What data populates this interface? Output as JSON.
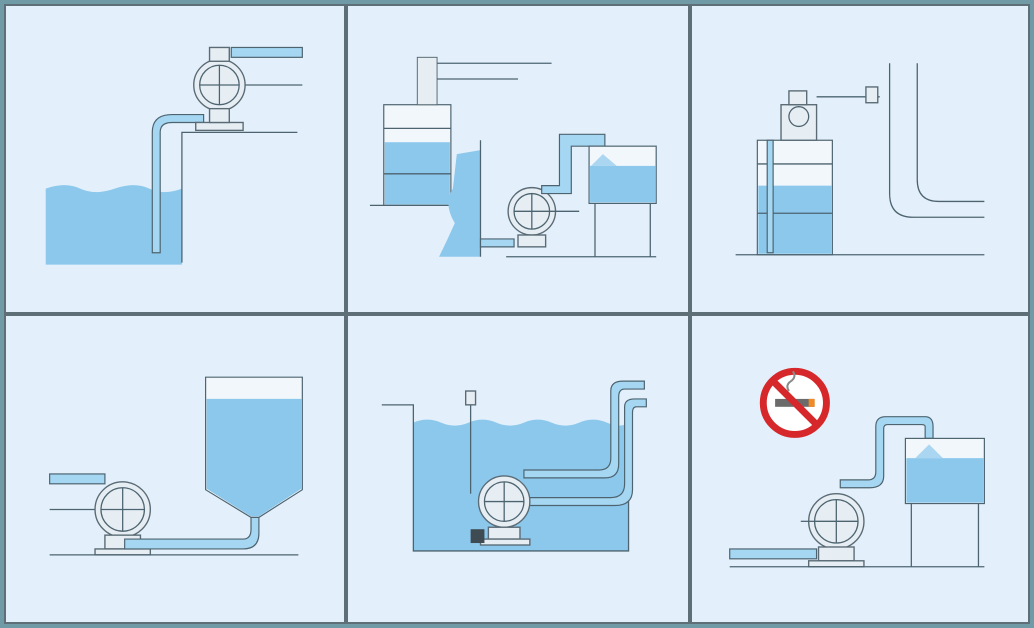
{
  "colors": {
    "panel_background": "#e3f0fb",
    "water": "#8cc8ec",
    "pipe": "#a5d6f2",
    "outline": "#4d6470",
    "no_smoking_red": "#d6282b"
  },
  "panels": [
    {
      "id": "suction-lift-from-pond"
    },
    {
      "id": "drum-transfer-to-tank"
    },
    {
      "id": "drum-mounted-pump"
    },
    {
      "id": "transfer-to-hopper"
    },
    {
      "id": "submerged-pump-in-tank"
    },
    {
      "id": "no-smoking-transfer"
    }
  ],
  "icons": [
    "no-smoking-sign-icon"
  ]
}
